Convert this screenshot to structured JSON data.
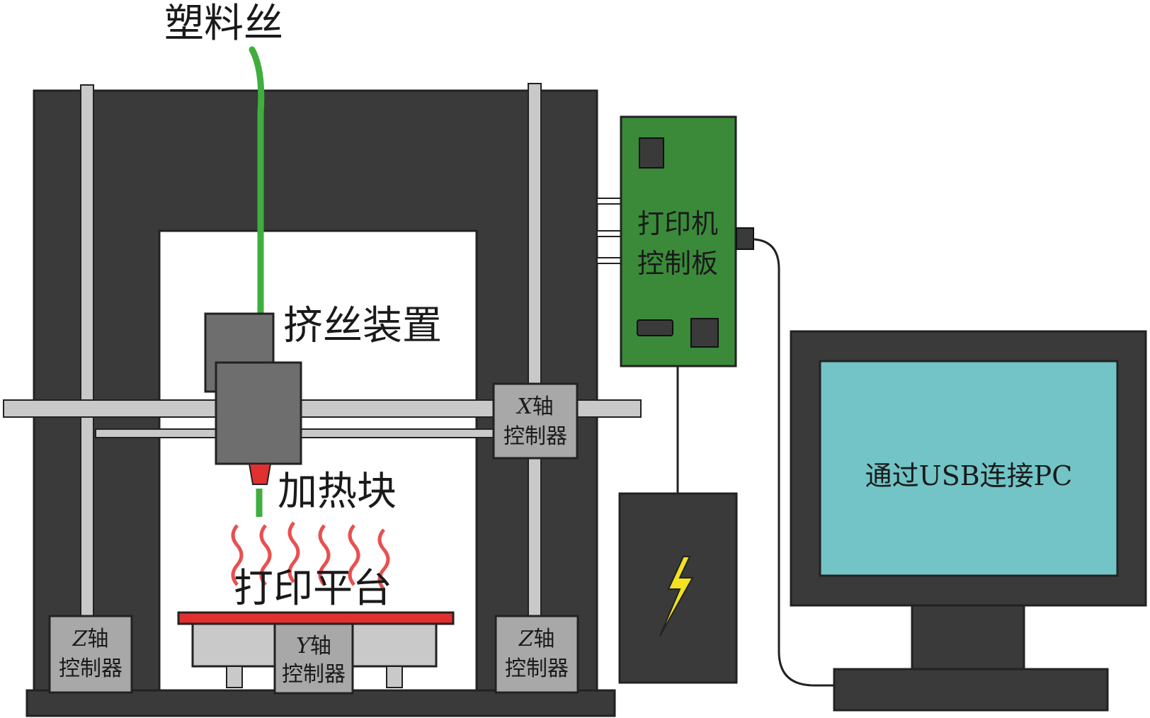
{
  "labels": {
    "filament": "塑料丝",
    "extruder": "挤丝装置",
    "hotend": "加热块",
    "platform": "打印平台",
    "controller_line1": "打印机",
    "controller_line2": "控制板",
    "monitor_text": "通过USB连接PC",
    "x_axis_var": "X",
    "x_axis_suffix": "轴",
    "x_axis_line2": "控制器",
    "y_axis_var": "Y",
    "y_axis_suffix": "轴",
    "y_axis_line2": "控制器",
    "z_left_var": "Z",
    "z_left_suffix": "轴",
    "z_left_line2": "控制器",
    "z_right_var": "Z",
    "z_right_suffix": "轴",
    "z_right_line2": "控制器"
  },
  "colors": {
    "frame": "#3a3a3a",
    "rail": "#c9c9c9",
    "filament": "#3fae3f",
    "board": "#3a8a3a",
    "screen": "#72c4c6",
    "heat_wave": "#e85050",
    "bed": "#e03030",
    "nozzle": "#e03030",
    "bolt": "#f2e21f"
  },
  "icons": {
    "power": "lightning-bolt-icon"
  }
}
